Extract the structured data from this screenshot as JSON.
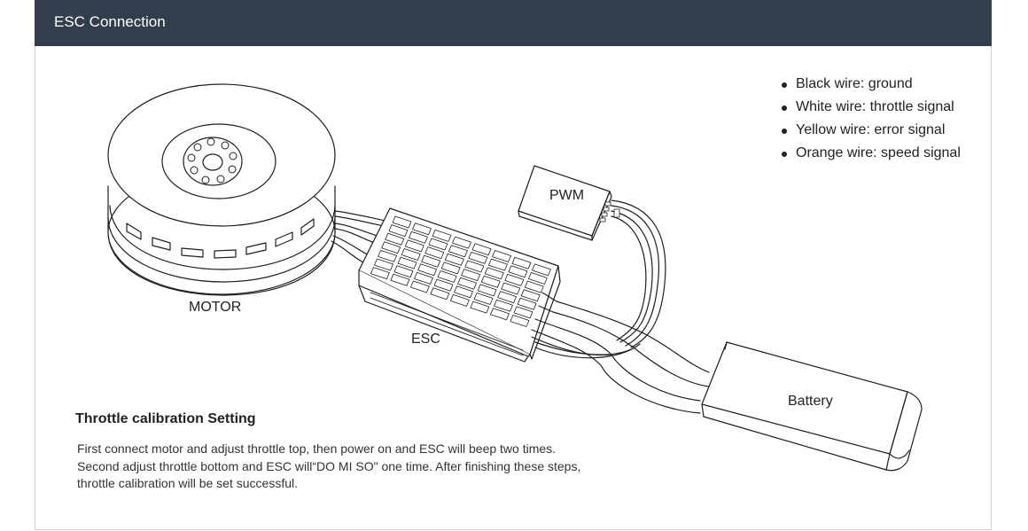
{
  "header": {
    "title": "ESC Connection"
  },
  "labels": {
    "motor": "MOTOR",
    "esc": "ESC",
    "pwm": "PWM",
    "battery": "Battery"
  },
  "legend": {
    "items": [
      {
        "text": "Black wire: ground"
      },
      {
        "text": "White wire: throttle signal"
      },
      {
        "text": "Yellow wire: error signal"
      },
      {
        "text": "Orange wire: speed signal"
      }
    ]
  },
  "calibration": {
    "title": "Throttle calibration Setting",
    "lines": [
      "First connect motor and adjust throttle top, then power on and ESC will beep two times.",
      "Second adjust throttle bottom and ESC will“DO MI SO\" one time. After finishing these steps,",
      "throttle calibration will be set successful."
    ]
  }
}
